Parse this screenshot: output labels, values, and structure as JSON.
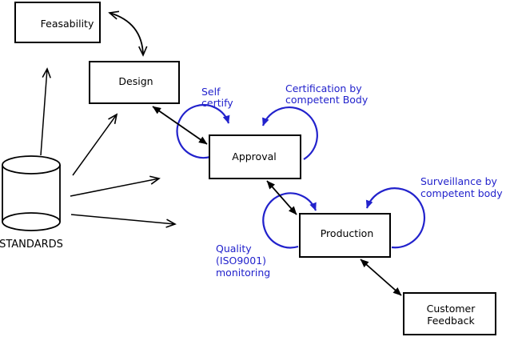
{
  "diagram": {
    "colors": {
      "line": "#000000",
      "box_fill": "#ffffff",
      "annotation": "#2222cc"
    },
    "nodes": {
      "feasability": {
        "label": "Feasability"
      },
      "design": {
        "label": "Design"
      },
      "approval": {
        "label": "Approval"
      },
      "production": {
        "label": "Production"
      },
      "customer_feedback": {
        "lines": [
          "Customer",
          "Feedback"
        ]
      },
      "standards": {
        "label": "STANDARDS",
        "shape": "cylinder"
      }
    },
    "annotations": {
      "self_certify": {
        "lines": [
          "Self",
          "certify"
        ]
      },
      "certification": {
        "lines": [
          "Certification by",
          "competent Body"
        ]
      },
      "surveillance": {
        "lines": [
          "Surveillance by",
          "competent body"
        ]
      },
      "quality_monitoring": {
        "lines": [
          "Quality",
          "(ISO9001)",
          "monitoring"
        ]
      }
    },
    "edges": [
      {
        "from": "feasability",
        "to": "design",
        "type": "bidirectional-curve"
      },
      {
        "from": "design",
        "to": "approval",
        "type": "bidirectional"
      },
      {
        "from": "approval",
        "to": "production",
        "type": "bidirectional"
      },
      {
        "from": "production",
        "to": "customer_feedback",
        "type": "bidirectional"
      },
      {
        "from": "standards",
        "to": "feasability",
        "type": "arrow"
      },
      {
        "from": "standards",
        "to": "design",
        "type": "arrow"
      },
      {
        "from": "standards",
        "to": "approval",
        "type": "arrow"
      },
      {
        "from": "standards",
        "to": "production",
        "type": "arrow"
      },
      {
        "on": "approval",
        "type": "self-loop",
        "label": "self_certify",
        "side": "top-left"
      },
      {
        "on": "approval",
        "type": "self-loop",
        "label": "certification",
        "side": "top-right"
      },
      {
        "on": "production",
        "type": "self-loop",
        "label": "quality_monitoring",
        "side": "left"
      },
      {
        "on": "production",
        "type": "self-loop",
        "label": "surveillance",
        "side": "top-right"
      }
    ]
  }
}
